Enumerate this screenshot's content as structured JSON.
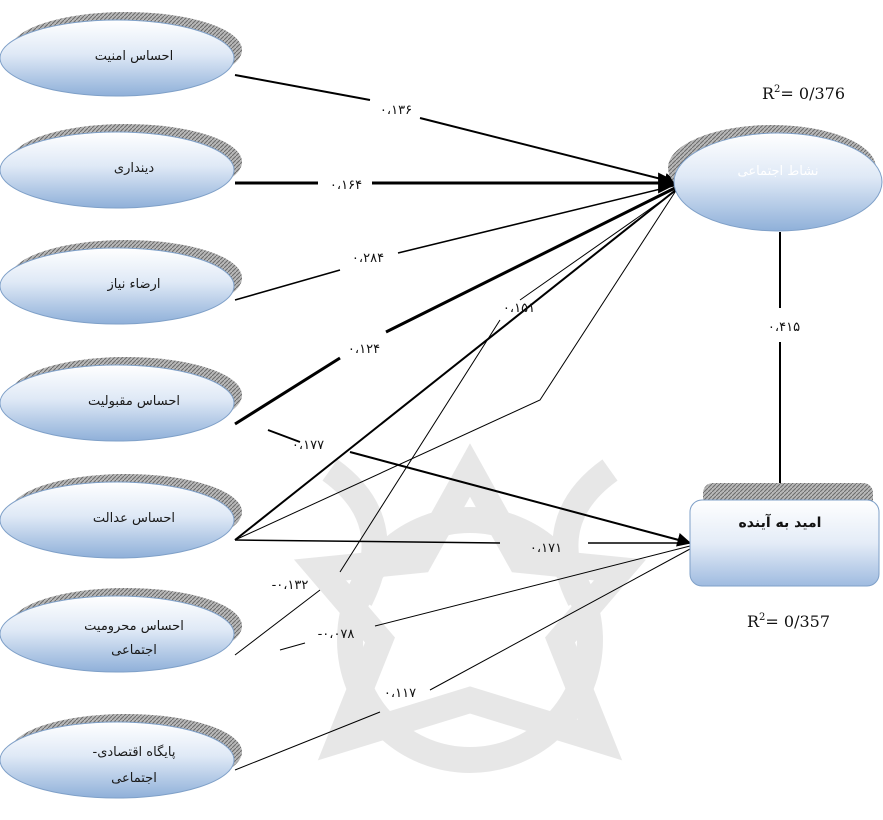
{
  "nodes": {
    "safety": "احساس امنیت",
    "religiosity": "دینداری",
    "need_satisfaction": "ارضاء نیاز",
    "acceptance": "احساس مقبولیت",
    "justice": "احساس عدالت",
    "deprivation": [
      "احساس محرومیت",
      "اجتماعی"
    ],
    "ses": [
      "پایگاه اقتصادی-",
      "اجتماعی"
    ],
    "social_vitality": "نشاط اجتماعی",
    "hope": "امید به آینده"
  },
  "coefficients": {
    "safety_to_vitality": "۰،۱۳۶",
    "religiosity_to_vitality": "۰،۱۶۴",
    "need_to_vitality": "۰،۲۸۴",
    "deprivation_to_vitality": "۰،۱۵۱",
    "acceptance_to_vitality": "۰،۱۲۴",
    "acceptance_to_hope": "۰،۱۷۷",
    "justice_to_hope": "۰،۱۷۱",
    "justice_to_vitality": "-۰،۱۳۲",
    "deprivation_to_hope": "-۰،۰۷۸",
    "ses_to_hope": "۰،۱۱۷",
    "vitality_to_hope": "۰،۴۱۵"
  },
  "r2": {
    "vitality": {
      "label": "R",
      "sup": "2",
      "value": "= 0/376"
    },
    "hope": {
      "label": "R",
      "sup": "2",
      "value": "= 0/357"
    }
  },
  "colors": {
    "ellipse_fill_top": "#ffffff",
    "ellipse_fill_bottom": "#8fb0d9",
    "shadow": "#9a9a9a",
    "line": "#000000"
  }
}
